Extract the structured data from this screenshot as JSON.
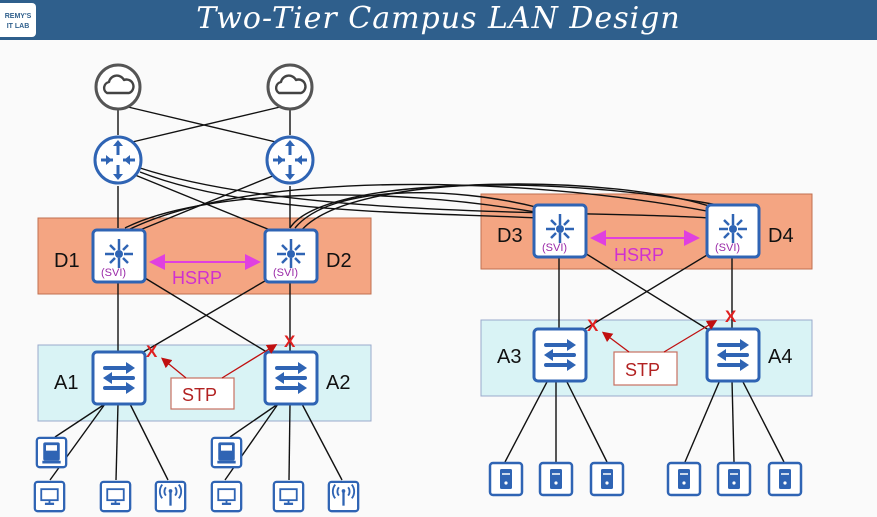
{
  "header": {
    "title": "Two-Tier Campus LAN Design",
    "logo_line1": "REMY'S",
    "logo_line2": "IT LAB",
    "color": "#2f5f8c"
  },
  "colors": {
    "distribution_band": "#f4a582",
    "access_band": "#d9f3f5",
    "device_blue": "#2f64b4",
    "hsrp": "#e040e0",
    "stp": "#b22222",
    "blocked": "#e02020"
  },
  "devices": {
    "internet1_icon": "cloud-icon",
    "internet2_icon": "cloud-icon",
    "router_icon": "router-icon",
    "multilayer_switch_icon": "multilayer-switch-icon",
    "switch_icon": "switch-icon",
    "phone_icon": "ip-phone-icon",
    "pc_icon": "pc-icon",
    "ap_icon": "wireless-ap-icon",
    "server_icon": "server-icon"
  },
  "left": {
    "d1_label": "D1",
    "d2_label": "D2",
    "d1_svi": "(SVI)",
    "d2_svi": "(SVI)",
    "hsrp_label": "HSRP",
    "a1_label": "A1",
    "a2_label": "A2",
    "stp_label": "STP",
    "x1": "X",
    "x2": "X"
  },
  "right": {
    "d3_label": "D3",
    "d4_label": "D4",
    "d3_svi": "(SVI)",
    "d4_svi": "(SVI)",
    "hsrp_label": "HSRP",
    "a3_label": "A3",
    "a4_label": "A4",
    "stp_label": "STP",
    "x1": "X",
    "x2": "X"
  }
}
